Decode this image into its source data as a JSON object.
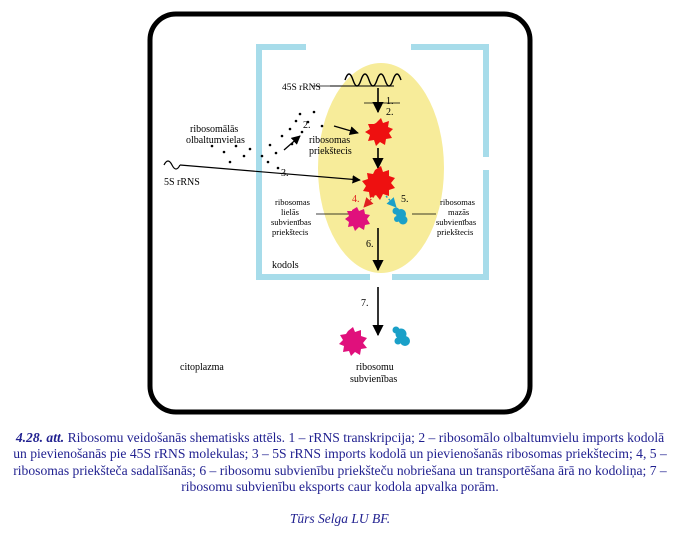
{
  "diagram": {
    "labels": {
      "r45s": "45S rRNS",
      "r5s": "5S rRNS",
      "proteins_line1": "ribosomālās",
      "proteins_line2": "olbaltumvielas",
      "precursor_line1": "ribosomas",
      "precursor_line2": "priekštecis",
      "large_line1": "ribosomas",
      "large_line2": "lielās",
      "large_line3": "subvienības",
      "large_line4": "priekštecis",
      "small_line1": "ribosomas",
      "small_line2": "mazās",
      "small_line3": "subvienības",
      "small_line4": "priekštecis",
      "nucleolus": "kodols",
      "cytoplasm": "citoplazma",
      "subunits_line1": "ribosomu",
      "subunits_line2": "subvienības"
    },
    "steps": {
      "s1": "1.",
      "s2a": "2.",
      "s2b": "2.",
      "s3": "3.",
      "s4": "4.",
      "s5": "5.",
      "s6": "6.",
      "s7": "7."
    },
    "colors": {
      "cell_outline": "#000000",
      "nucleus_wall": "#a7dcea",
      "nucleolus": "#f7ec9a",
      "precursor": "#ee1010",
      "large_subunit": "#e0107c",
      "small_subunit": "#1aa0c8",
      "arrow_red": "#e02020"
    }
  },
  "caption": {
    "figure_number": "4.28. att.",
    "text": " Ribosomu veidošanās shematisks attēls. 1 – rRNS transkripcija; 2 – ribosomālo olbaltumvielu imports kodolā un pievienošanās pie 45S rRNS molekulas; 3 – 5S rRNS imports kodolā un pievienošanās ribosomas priekštecim; 4, 5 – ribosomas priekšteča sadalīšanās; 6 – ribosomu subvienību priekšteču nobriešana un transportēšana ārā no kodoliņa; 7 – ribosomu subvienību eksports caur kodola apvalka porām."
  },
  "credit": "Tūrs Selga LU BF."
}
